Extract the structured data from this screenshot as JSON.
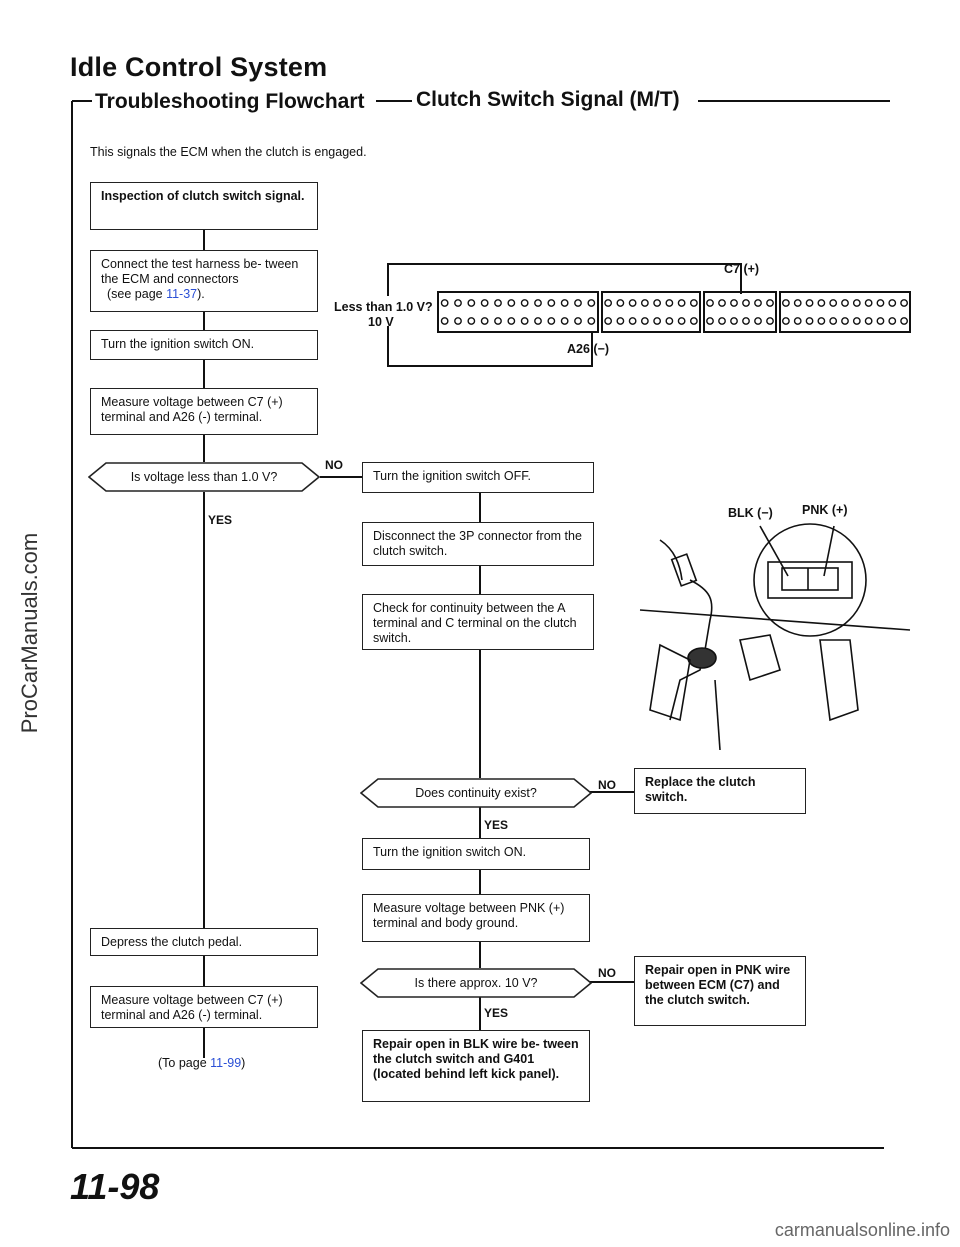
{
  "header": {
    "title": "Idle Control System",
    "subtitle_left": "Troubleshooting Flowchart",
    "subtitle_right": "Clutch Switch Signal (M/T)"
  },
  "intro": "This signals the ECM when the clutch is engaged.",
  "left": {
    "inspect": "Inspection of clutch switch signal.",
    "connect_a": "Connect the test harness be- tween the ECM and connectors",
    "connect_b_pre": "(see page ",
    "connect_b_link": "11-37",
    "connect_b_post": ").",
    "ign_on": "Turn the ignition switch ON.",
    "measure": "Measure voltage between C7 (+) terminal and A26 (-) terminal.",
    "decision": "Is voltage less than 1.0 V?",
    "depress": "Depress the clutch pedal.",
    "measure2": "Measure voltage between C7 (+) terminal and A26 (-) terminal.",
    "to_pre": "(To page ",
    "to_link": "11-99",
    "to_post": ")"
  },
  "labels": {
    "yes": "YES",
    "no": "NO"
  },
  "right": {
    "ign_off": "Turn the ignition switch OFF.",
    "disconnect": "Disconnect the 3P connector from the clutch switch.",
    "check": "Check for continuity between the A terminal and C terminal on the clutch switch.",
    "decision": "Does continuity exist?",
    "replace": "Replace the clutch switch.",
    "ign_on": "Turn the ignition switch ON.",
    "measure": "Measure voltage between PNK (+) terminal and body ground.",
    "decision2": "Is there approx. 10 V?",
    "repair_pnk": "Repair open in PNK wire between ECM (C7) and the clutch switch.",
    "repair_blk": "Repair open in BLK wire be- tween the clutch switch and G401 (located behind left kick panel)."
  },
  "connector": {
    "c7": "C7 (+)",
    "a26": "A26 (−)",
    "less": "Less than 1.0 V?",
    "ten": "10 V"
  },
  "switch": {
    "blk": "BLK (−)",
    "pnk": "PNK (+)"
  },
  "page_number": "11-98",
  "watermark": "ProCarManuals.com",
  "footer": "carmanualsonline.info"
}
